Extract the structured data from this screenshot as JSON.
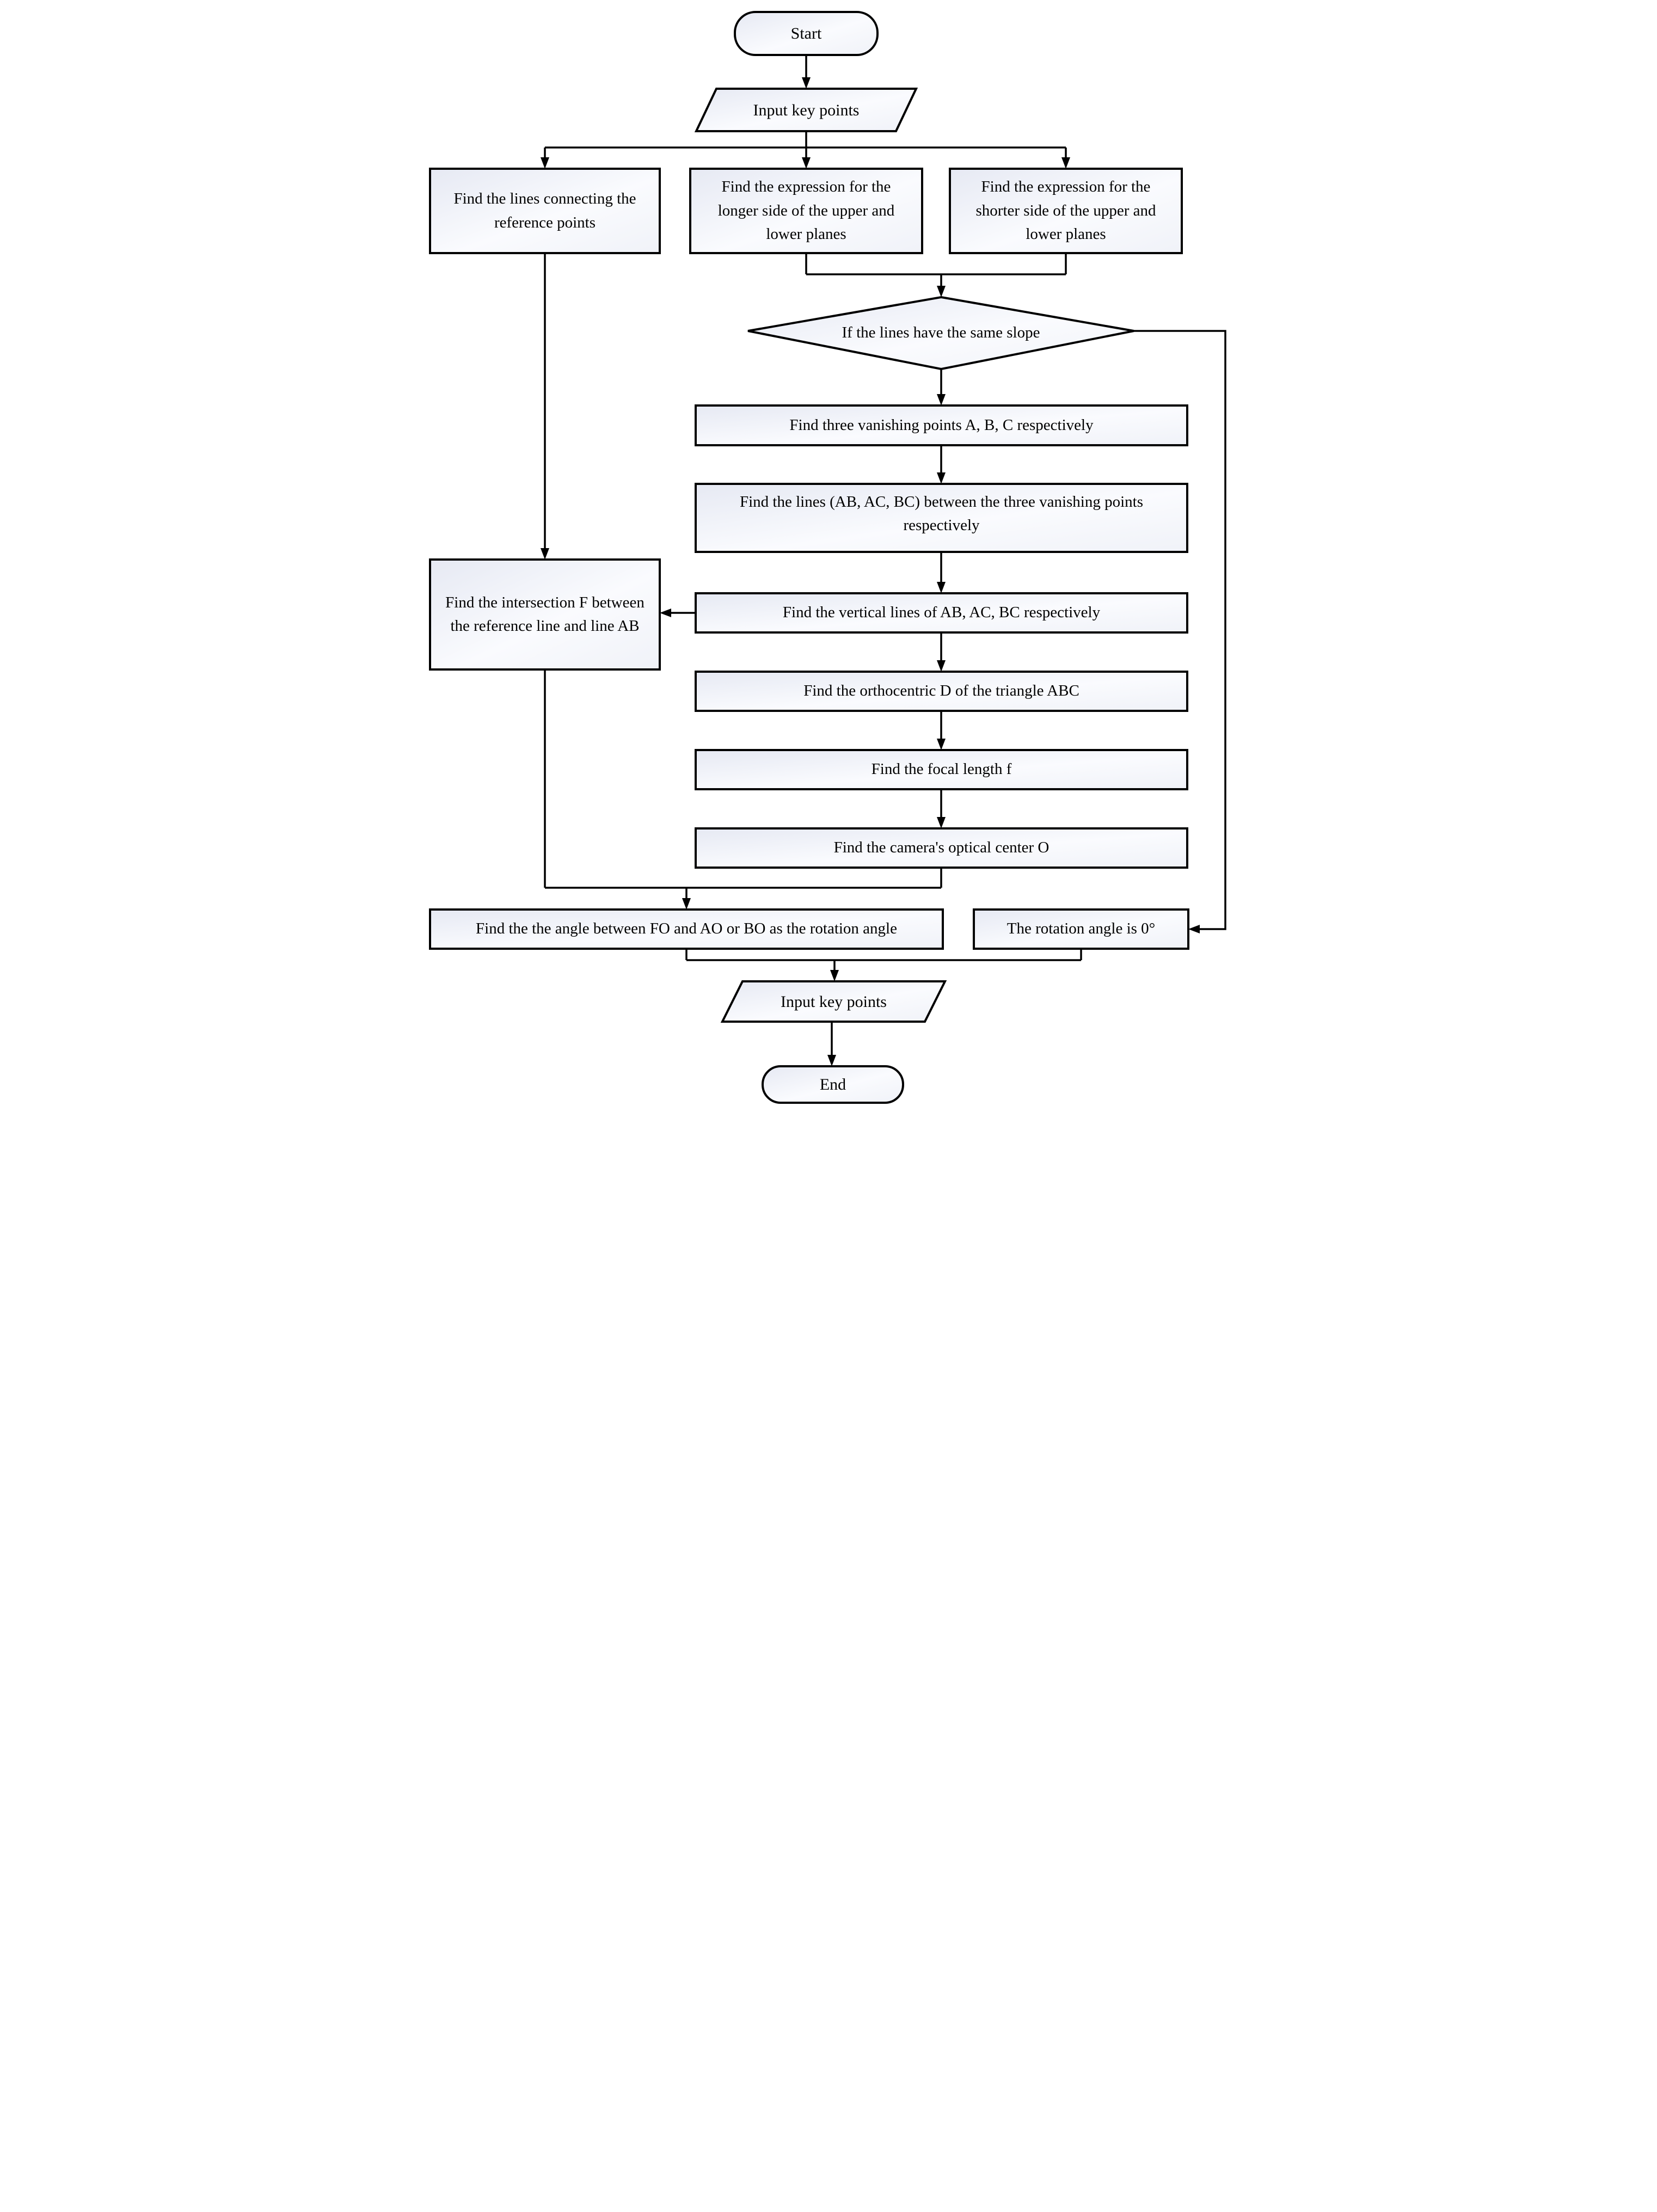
{
  "diagram": {
    "type": "flowchart",
    "background_color": "#ffffff",
    "stroke_color": "#000000",
    "node_fill_top": "#e7eaf3",
    "node_fill_bottom": "#fbfcfe",
    "nodes": {
      "start": {
        "shape": "terminator",
        "label": "Start"
      },
      "input_top": {
        "shape": "parallelogram",
        "label": "Input key points"
      },
      "find_reference_lines": {
        "shape": "process",
        "label": "Find the lines connecting the reference points"
      },
      "find_longer_side": {
        "shape": "process",
        "label": "Find the expression for the longer side of the upper and lower planes"
      },
      "find_shorter_side": {
        "shape": "process",
        "label": "Find the expression for the shorter side of the upper and lower planes"
      },
      "same_slope": {
        "shape": "decision",
        "label": "If the lines have the same slope"
      },
      "find_vanishing_points": {
        "shape": "process",
        "label": "Find three vanishing points A, B, C respectively"
      },
      "find_lines_between": {
        "shape": "process",
        "label": "Find the lines (AB, AC, BC) between the three vanishing points respectively"
      },
      "find_vertical_lines": {
        "shape": "process",
        "label": "Find  the vertical lines of AB, AC, BC respectively"
      },
      "find_intersection_f": {
        "shape": "process",
        "label": "Find the intersection F between the reference  line and line AB"
      },
      "find_orthocentric": {
        "shape": "process",
        "label": "Find the orthocentric D of the triangle ABC"
      },
      "find_focal_length": {
        "shape": "process",
        "label": "Find the focal length f"
      },
      "find_optical_center": {
        "shape": "process",
        "label": "Find the camera's optical center O"
      },
      "find_rotation_angle": {
        "shape": "process",
        "label": "Find the the angle between FO and AO or BO as the rotation angle"
      },
      "rotation_zero": {
        "shape": "process",
        "label": "The rotation angle is 0°"
      },
      "input_bottom": {
        "shape": "parallelogram",
        "label": "Input key points"
      },
      "end": {
        "shape": "terminator",
        "label": "End"
      }
    },
    "edges": [
      {
        "from": "start",
        "to": "input_top"
      },
      {
        "from": "input_top",
        "to": "find_reference_lines"
      },
      {
        "from": "input_top",
        "to": "find_longer_side"
      },
      {
        "from": "input_top",
        "to": "find_shorter_side"
      },
      {
        "from": "find_longer_side",
        "to": "same_slope"
      },
      {
        "from": "find_shorter_side",
        "to": "same_slope"
      },
      {
        "from": "same_slope",
        "to": "find_vanishing_points"
      },
      {
        "from": "same_slope",
        "to": "rotation_zero"
      },
      {
        "from": "find_vanishing_points",
        "to": "find_lines_between"
      },
      {
        "from": "find_lines_between",
        "to": "find_vertical_lines"
      },
      {
        "from": "find_vertical_lines",
        "to": "find_intersection_f"
      },
      {
        "from": "find_reference_lines",
        "to": "find_intersection_f"
      },
      {
        "from": "find_vertical_lines",
        "to": "find_orthocentric"
      },
      {
        "from": "find_orthocentric",
        "to": "find_focal_length"
      },
      {
        "from": "find_focal_length",
        "to": "find_optical_center"
      },
      {
        "from": "find_optical_center",
        "to": "find_rotation_angle"
      },
      {
        "from": "find_intersection_f",
        "to": "find_rotation_angle"
      },
      {
        "from": "find_rotation_angle",
        "to": "input_bottom"
      },
      {
        "from": "rotation_zero",
        "to": "input_bottom"
      },
      {
        "from": "input_bottom",
        "to": "end"
      }
    ]
  }
}
